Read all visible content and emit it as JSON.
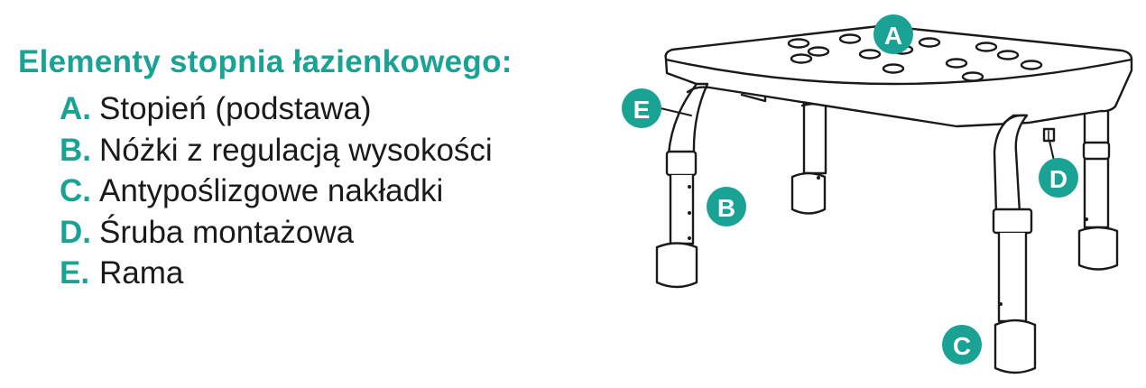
{
  "legend": {
    "title": "Elementy stopnia łazienkowego:",
    "items": [
      {
        "letter": "A.",
        "text": "Stopień (podstawa)"
      },
      {
        "letter": "B.",
        "text": "Nóżki z regulacją wysokości"
      },
      {
        "letter": "C.",
        "text": "Antypoślizgowe nakładki"
      },
      {
        "letter": "D.",
        "text": "Śruba montażowa"
      },
      {
        "letter": "E.",
        "text": "Rama"
      }
    ]
  },
  "badges": {
    "a": "A",
    "b": "B",
    "c": "C",
    "d": "D",
    "e": "E"
  },
  "colors": {
    "accent": "#1aa394",
    "text": "#1a1a1a",
    "line": "#1a1a1a"
  }
}
